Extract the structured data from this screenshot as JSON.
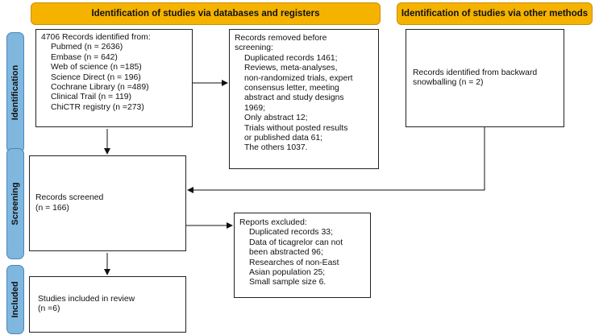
{
  "headers": {
    "databases": "Identification of studies via databases and registers",
    "other": "Identification of studies via other methods"
  },
  "phases": {
    "identification": "Identification",
    "screening": "Screening",
    "included": "Included"
  },
  "boxes": {
    "records_identified": {
      "title": "4706 Records identified from:",
      "items": [
        "Pubmed (n = 2636)",
        "Embase (n = 642)",
        "Web of science (n =185)",
        "Science Direct (n = 196)",
        "Cochrane Library (n =489)",
        "Clinical Trail (n = 119)",
        "ChiCTR registry (n =273)"
      ]
    },
    "records_removed": {
      "title_lines": [
        "Records removed before",
        "screening:"
      ],
      "items": [
        "Duplicated records 1461;",
        "Reviews, meta-analyses,",
        "non-randomized trials, expert",
        "consensus letter, meeting",
        "abstract and study designs",
        "1969;",
        "Only abstract 12;",
        "Trials without posted results",
        "or published data 61;",
        "The others 1037."
      ]
    },
    "backward_snowballing": {
      "lines": [
        "Records identified from backward",
        "snowballing (n = 2)"
      ]
    },
    "records_screened": {
      "lines": [
        "Records screened",
        "(n = 166)"
      ]
    },
    "reports_excluded": {
      "title": "Reports excluded:",
      "items": [
        "Duplicated records 33;",
        "Data of ticagrelor can not",
        "been abstracted 96;",
        "Researches of non-East",
        "Asian population 25;",
        "Small sample size 6."
      ]
    },
    "studies_included": {
      "lines": [
        "Studies included in review",
        "(n =6)"
      ]
    }
  }
}
